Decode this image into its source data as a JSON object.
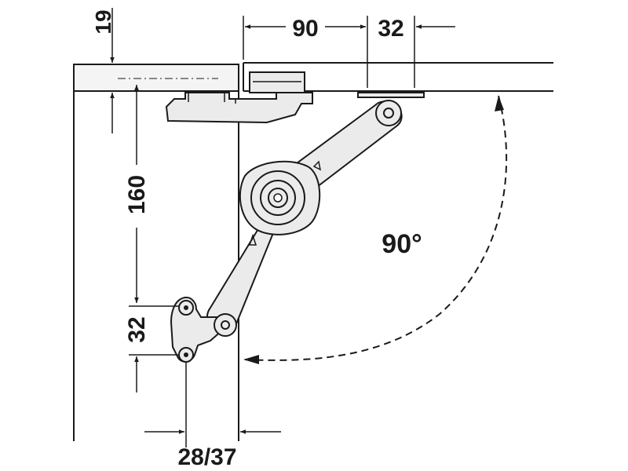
{
  "dimensions": {
    "top_thickness": "19",
    "offset_90": "90",
    "offset_32_top": "32",
    "height_160": "160",
    "height_32_left": "32",
    "bottom_28_37": "28/37",
    "angle": "90°"
  },
  "colors": {
    "ink": "#1a1a1a",
    "part_fill": "#ebebeb",
    "panel_fill": "#f4f4f4"
  }
}
